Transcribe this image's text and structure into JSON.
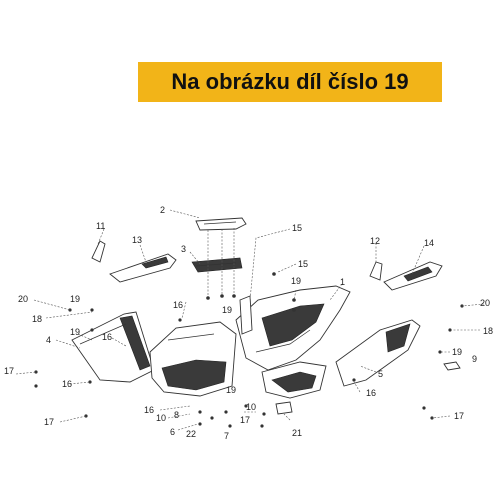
{
  "banner": {
    "text": "Na obrázku díl číslo 19",
    "color": "#f2b418"
  },
  "callouts": [
    {
      "id": "c2",
      "text": "2"
    },
    {
      "id": "c15a",
      "text": "15"
    },
    {
      "id": "c11",
      "text": "11"
    },
    {
      "id": "c13",
      "text": "13"
    },
    {
      "id": "c3",
      "text": "3"
    },
    {
      "id": "c15b",
      "text": "15"
    },
    {
      "id": "c12",
      "text": "12"
    },
    {
      "id": "c14",
      "text": "14"
    },
    {
      "id": "c1",
      "text": "1"
    },
    {
      "id": "c19a",
      "text": "19"
    },
    {
      "id": "c19b",
      "text": "19"
    },
    {
      "id": "c20a",
      "text": "20"
    },
    {
      "id": "c19c",
      "text": "19"
    },
    {
      "id": "c18a",
      "text": "18"
    },
    {
      "id": "c16a",
      "text": "16"
    },
    {
      "id": "c20b",
      "text": "20"
    },
    {
      "id": "c18b",
      "text": "18"
    },
    {
      "id": "c4",
      "text": "4"
    },
    {
      "id": "c19d",
      "text": "19"
    },
    {
      "id": "c16b",
      "text": "16"
    },
    {
      "id": "c17a",
      "text": "17"
    },
    {
      "id": "c16c",
      "text": "16"
    },
    {
      "id": "c19e",
      "text": "19"
    },
    {
      "id": "c9",
      "text": "9"
    },
    {
      "id": "c5",
      "text": "5"
    },
    {
      "id": "c16d",
      "text": "16"
    },
    {
      "id": "c19f",
      "text": "19"
    },
    {
      "id": "c16e",
      "text": "16"
    },
    {
      "id": "c8",
      "text": "8"
    },
    {
      "id": "c10a",
      "text": "10"
    },
    {
      "id": "c10b",
      "text": "10"
    },
    {
      "id": "c6",
      "text": "6"
    },
    {
      "id": "c22",
      "text": "22"
    },
    {
      "id": "c7",
      "text": "7"
    },
    {
      "id": "c17b",
      "text": "17"
    },
    {
      "id": "c21",
      "text": "21"
    },
    {
      "id": "c17c",
      "text": "17"
    },
    {
      "id": "c17d",
      "text": "17"
    }
  ]
}
